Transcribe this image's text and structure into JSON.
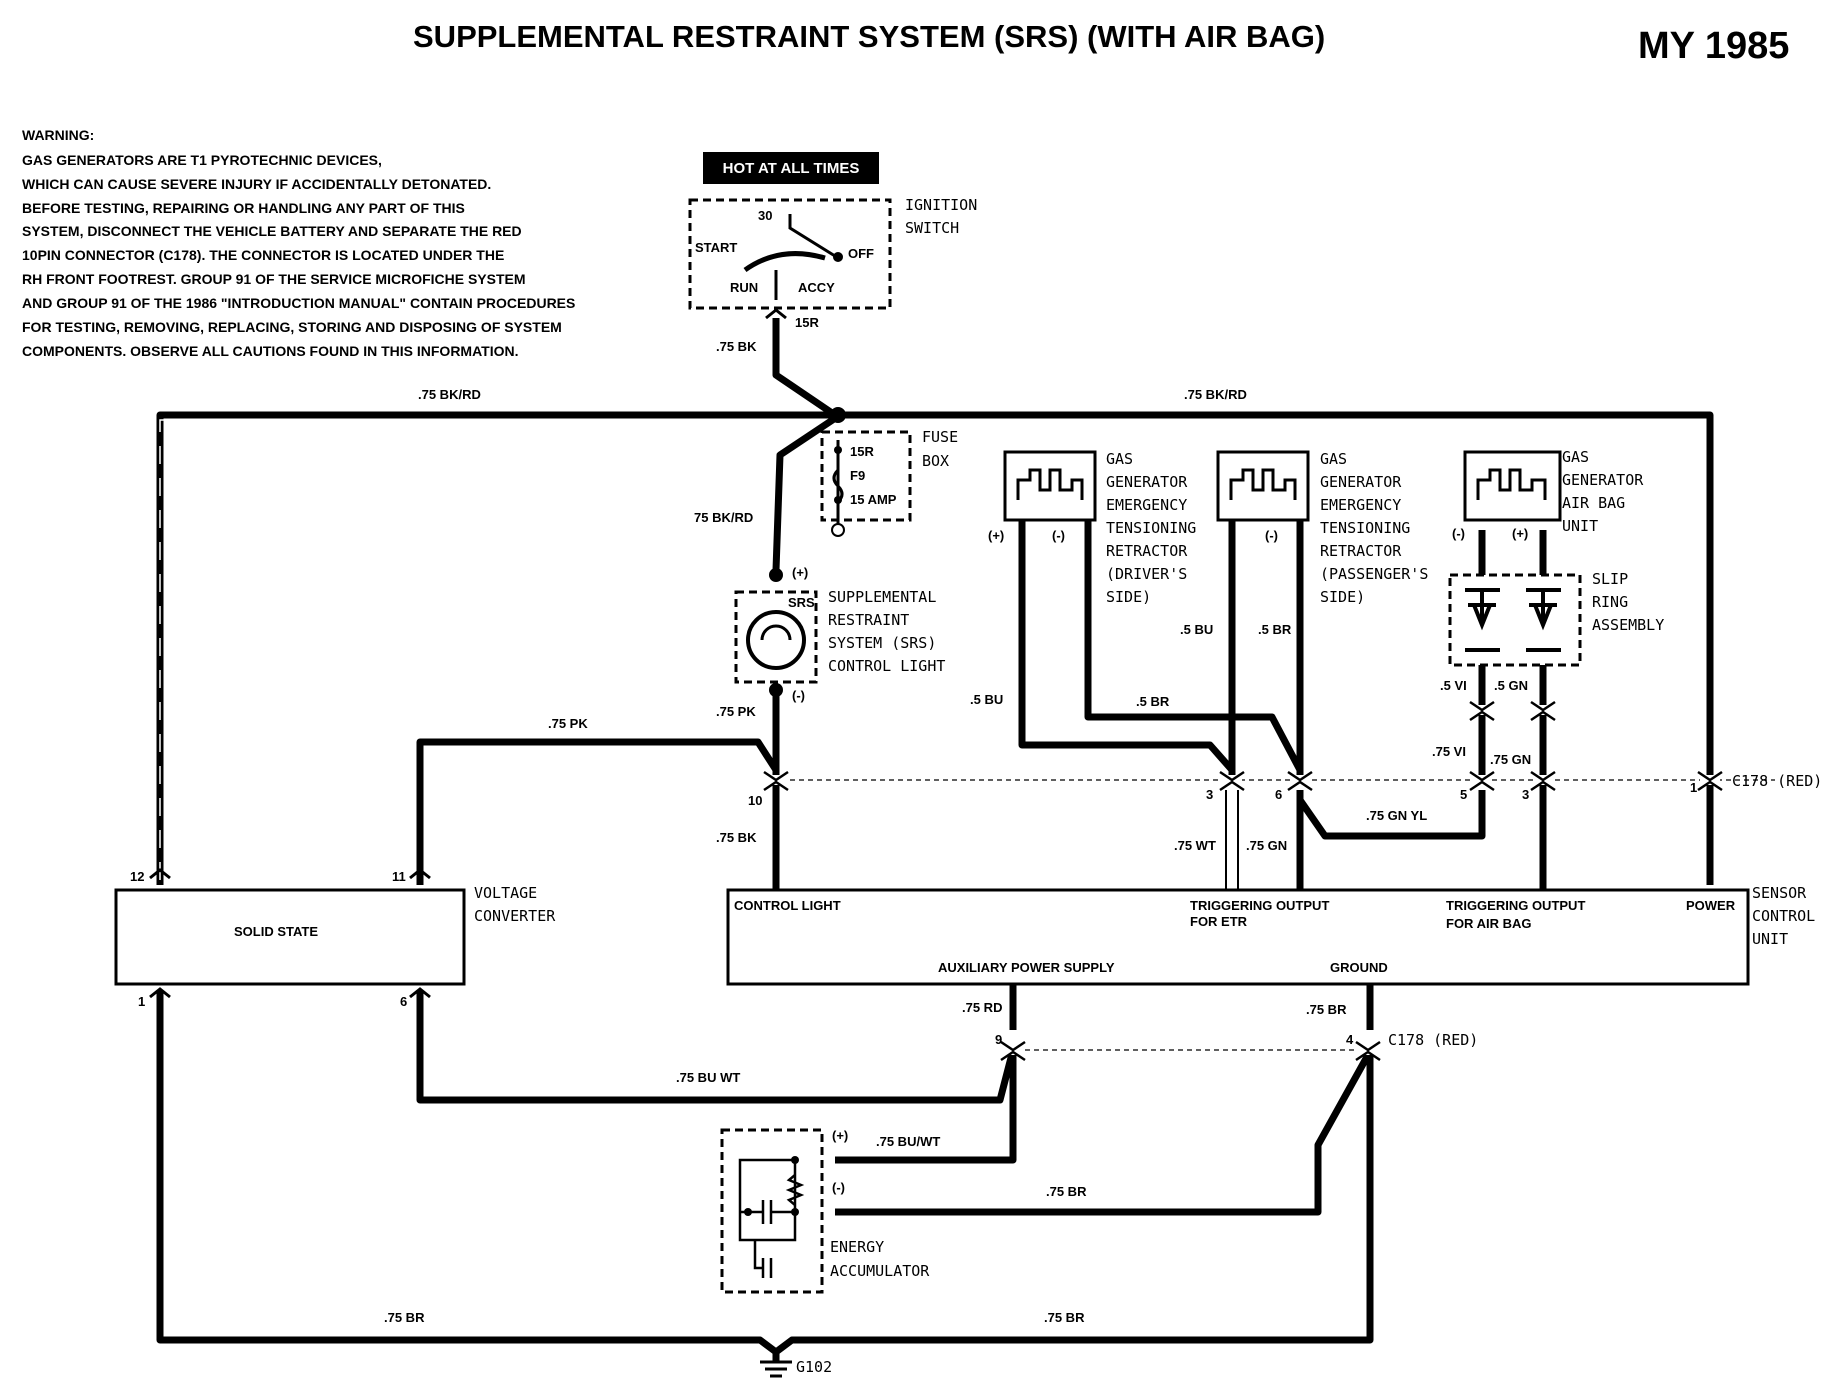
{
  "header": {
    "title": "SUPPLEMENTAL RESTRAINT SYSTEM (SRS) (WITH AIR BAG)",
    "model_year": "MY 1985"
  },
  "warning": {
    "lines": [
      "WARNING:",
      "GAS GENERATORS ARE T1 PYROTECHNIC DEVICES,",
      "WHICH CAN CAUSE SEVERE INJURY IF ACCIDENTALLY DETONATED.",
      "BEFORE TESTING, REPAIRING OR HANDLING ANY PART OF THIS",
      "SYSTEM, DISCONNECT THE VEHICLE BATTERY AND SEPARATE THE RED",
      "10PIN CONNECTOR (C178). THE CONNECTOR IS LOCATED UNDER THE",
      "RH FRONT FOOTREST. GROUP 91 OF THE SERVICE MICROFICHE SYSTEM",
      "AND GROUP 91 OF THE 1986 \"INTRODUCTION MANUAL\" CONTAIN PROCEDURES",
      "FOR TESTING, REMOVING, REPLACING, STORING AND DISPOSING OF SYSTEM",
      "COMPONENTS. OBSERVE ALL CAUTIONS FOUND IN THIS INFORMATION."
    ]
  },
  "hot_label": "HOT AT ALL TIMES",
  "ignition": {
    "label_lines": [
      "IGNITION",
      "SWITCH"
    ],
    "positions": {
      "p30": "30",
      "start": "START",
      "off": "OFF",
      "run": "RUN",
      "accy": "ACCY"
    },
    "terminal": "15R"
  },
  "fuse_box": {
    "label_lines": [
      "FUSE",
      "BOX"
    ],
    "fuse_lines": [
      "15R",
      "F9",
      "15 AMP"
    ]
  },
  "srs_light": {
    "label_lines": [
      "SUPPLEMENTAL",
      "RESTRAINT",
      "SYSTEM (SRS)",
      "CONTROL LIGHT"
    ],
    "badge": "SRS",
    "plus": "(+)",
    "minus": "(-)"
  },
  "gas_driver": {
    "label_lines": [
      "GAS",
      "GENERATOR",
      "EMERGENCY",
      "TENSIONING",
      "RETRACTOR",
      "(DRIVER'S",
      "SIDE)"
    ],
    "plus": "(+)",
    "minus": "(-)"
  },
  "gas_pass": {
    "label_lines": [
      "GAS",
      "GENERATOR",
      "EMERGENCY",
      "TENSIONING",
      "RETRACTOR",
      "(PASSENGER'S",
      "SIDE)"
    ],
    "minus": "(-)"
  },
  "gas_airbag": {
    "label_lines": [
      "GAS",
      "GENERATOR",
      "AIR BAG",
      "UNIT"
    ],
    "minus": "(-)",
    "plus": "(+)"
  },
  "slip_ring": {
    "label_lines": [
      "SLIP",
      "RING",
      "ASSEMBLY"
    ]
  },
  "voltage_converter": {
    "inside": "SOLID STATE",
    "label_lines": [
      "VOLTAGE",
      "CONVERTER"
    ],
    "pins": {
      "p12": "12",
      "p11": "11",
      "p1": "1",
      "p6": "6"
    }
  },
  "sensor_unit": {
    "label_lines": [
      "SENSOR",
      "CONTROL",
      "UNIT"
    ],
    "control_light": "CONTROL LIGHT",
    "trig_etr_lines": [
      "TRIGGERING OUTPUT",
      "FOR ETR"
    ],
    "trig_air_lines": [
      "TRIGGERING OUTPUT",
      "FOR AIR BAG"
    ],
    "power": "POWER",
    "aux": "AUXILIARY POWER SUPPLY",
    "ground": "GROUND"
  },
  "energy": {
    "label_lines": [
      "ENERGY",
      "ACCUMULATOR"
    ],
    "plus": "(+)",
    "minus": "(-)"
  },
  "connector_top": {
    "label": "C178 (RED)",
    "pins": {
      "p10": "10",
      "p3": "3",
      "p6": "6",
      "p5": "5",
      "p3b": "3",
      "p1": "1"
    }
  },
  "connector_bottom": {
    "label": "C178 (RED)",
    "pins": {
      "p9": "9",
      "p4": "4"
    }
  },
  "ground": {
    "label": "G102"
  },
  "wires": {
    "bk_ign": ".75 BK",
    "bkrd_left": ".75 BK/RD",
    "bkrd_right": ".75 BK/RD",
    "bkrd_fuse": "75 BK/RD",
    "pk_top": ".75 PK",
    "pk_light": ".75 PK",
    "bk_light": ".75 BK",
    "bu_5a": ".5 BU",
    "br_5a": ".5 BR",
    "bu_5b": ".5 BU",
    "br_5b": ".5 BR",
    "vi_5": ".5 VI",
    "gn_5": ".5 GN",
    "vi_75": ".75 VI",
    "gn_75": ".75 GN",
    "wt_75": ".75 WT",
    "gn_75b": ".75 GN",
    "gnyl_75": ".75 GN YL",
    "rd_75": ".75 RD",
    "br_75": ".75 BR",
    "buwt_a": ".75 BU WT",
    "buwt_b": ".75 BU/WT",
    "br_acc": ".75 BR",
    "br_gl": ".75 BR",
    "br_gr": ".75 BR"
  }
}
